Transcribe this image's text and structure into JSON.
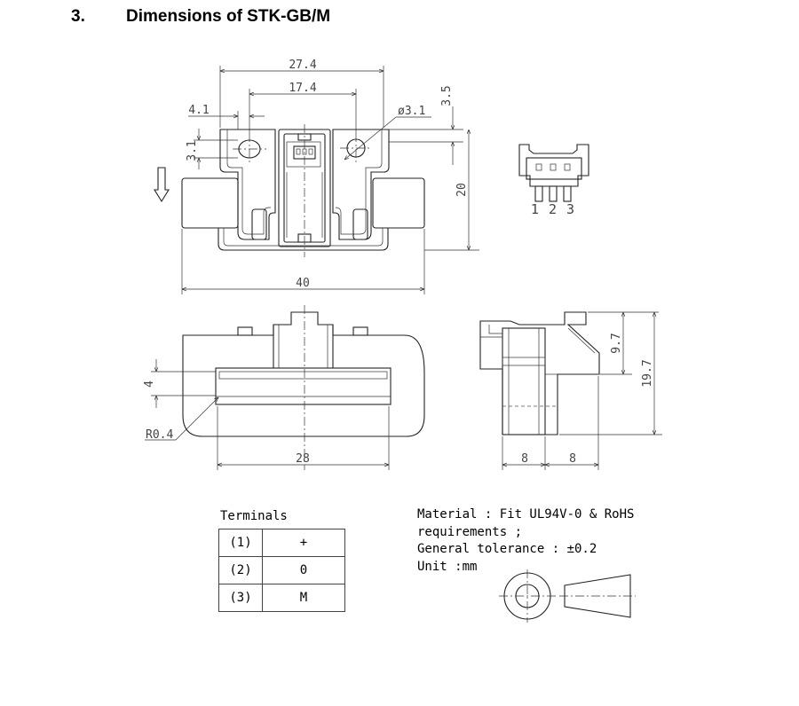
{
  "heading": {
    "number": "3.",
    "title": "Dimensions of STK-GB/M"
  },
  "dimensions": {
    "overall_width": "27.4",
    "hole_pitch": "17.4",
    "hole_offset": "4.1",
    "hole_diameter": "ø3.1",
    "top_step": "3.5",
    "hole_height": "3.1",
    "body_height": "20",
    "total_width": "40",
    "slot_height": "4",
    "corner_radius": "R0.4",
    "slot_width": "28",
    "side_upper": "9.7",
    "side_total": "19.7",
    "side_left": "8",
    "side_right": "8"
  },
  "connector": {
    "pin_labels": "1 2 3"
  },
  "terminals": {
    "title": "Terminals",
    "rows": [
      {
        "pin": "(1)",
        "signal": "+"
      },
      {
        "pin": "(2)",
        "signal": "0"
      },
      {
        "pin": "(3)",
        "signal": "M"
      }
    ]
  },
  "notes": {
    "material": "Material : Fit UL94V-0 & RoHS",
    "material_cont": "requirements ;",
    "tolerance": "General tolerance : ±0.2",
    "unit": "Unit :mm"
  }
}
